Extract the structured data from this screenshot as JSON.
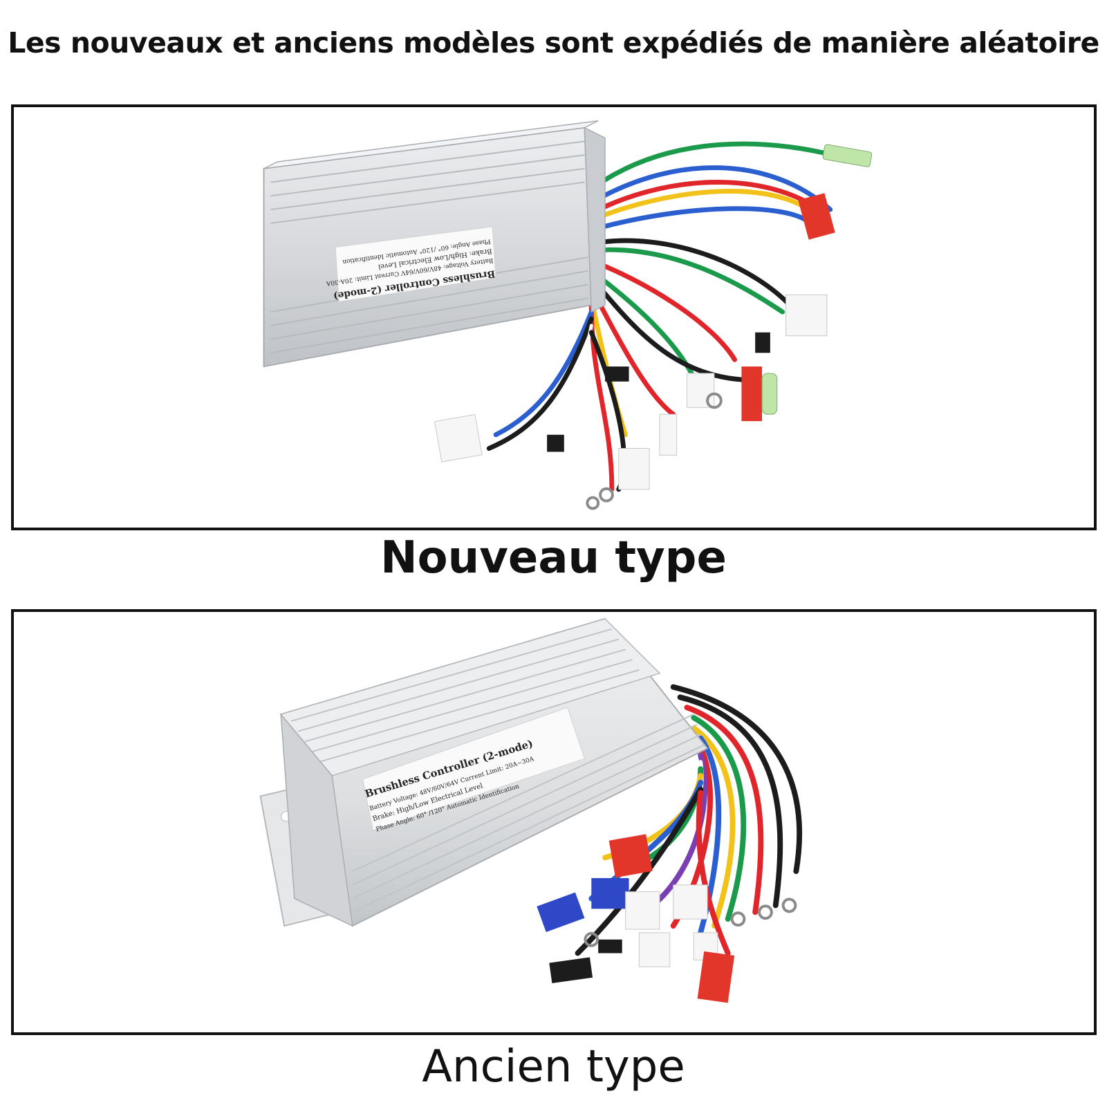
{
  "headline": "Les nouveaux et anciens modèles sont expédiés de manière aléatoire",
  "new_type": {
    "caption": "Nouveau type",
    "label": {
      "title": "Brushless Controller (2-mode)",
      "line1": "Battery Voltage: 48V/60V/64V  Current Limit: 20A-30A",
      "line2": "Brake: High/Low Electrical Level",
      "line3": "Phase Angle: 60° /120° Automatic Identification"
    }
  },
  "old_type": {
    "caption": "Ancien type",
    "label": {
      "title": "Brushless  Controller  (2-mode)",
      "line1": "Battery Voltage: 48V/60V/64V    Current Limit: 20A~30A",
      "line2": "Brake: High/Low Electrical Level",
      "line3": "Phase Angle: 60° /120° Automatic Identification"
    }
  },
  "colors": {
    "aluminum": "#d9dbdd",
    "wire_red": "#e0252b",
    "wire_blue": "#2b5fd0",
    "wire_green": "#1a9a4a",
    "wire_yellow": "#f2c21a",
    "wire_black": "#1c1c1c",
    "connector_red": "#e3362b",
    "connector_blue": "#2f48c8"
  }
}
